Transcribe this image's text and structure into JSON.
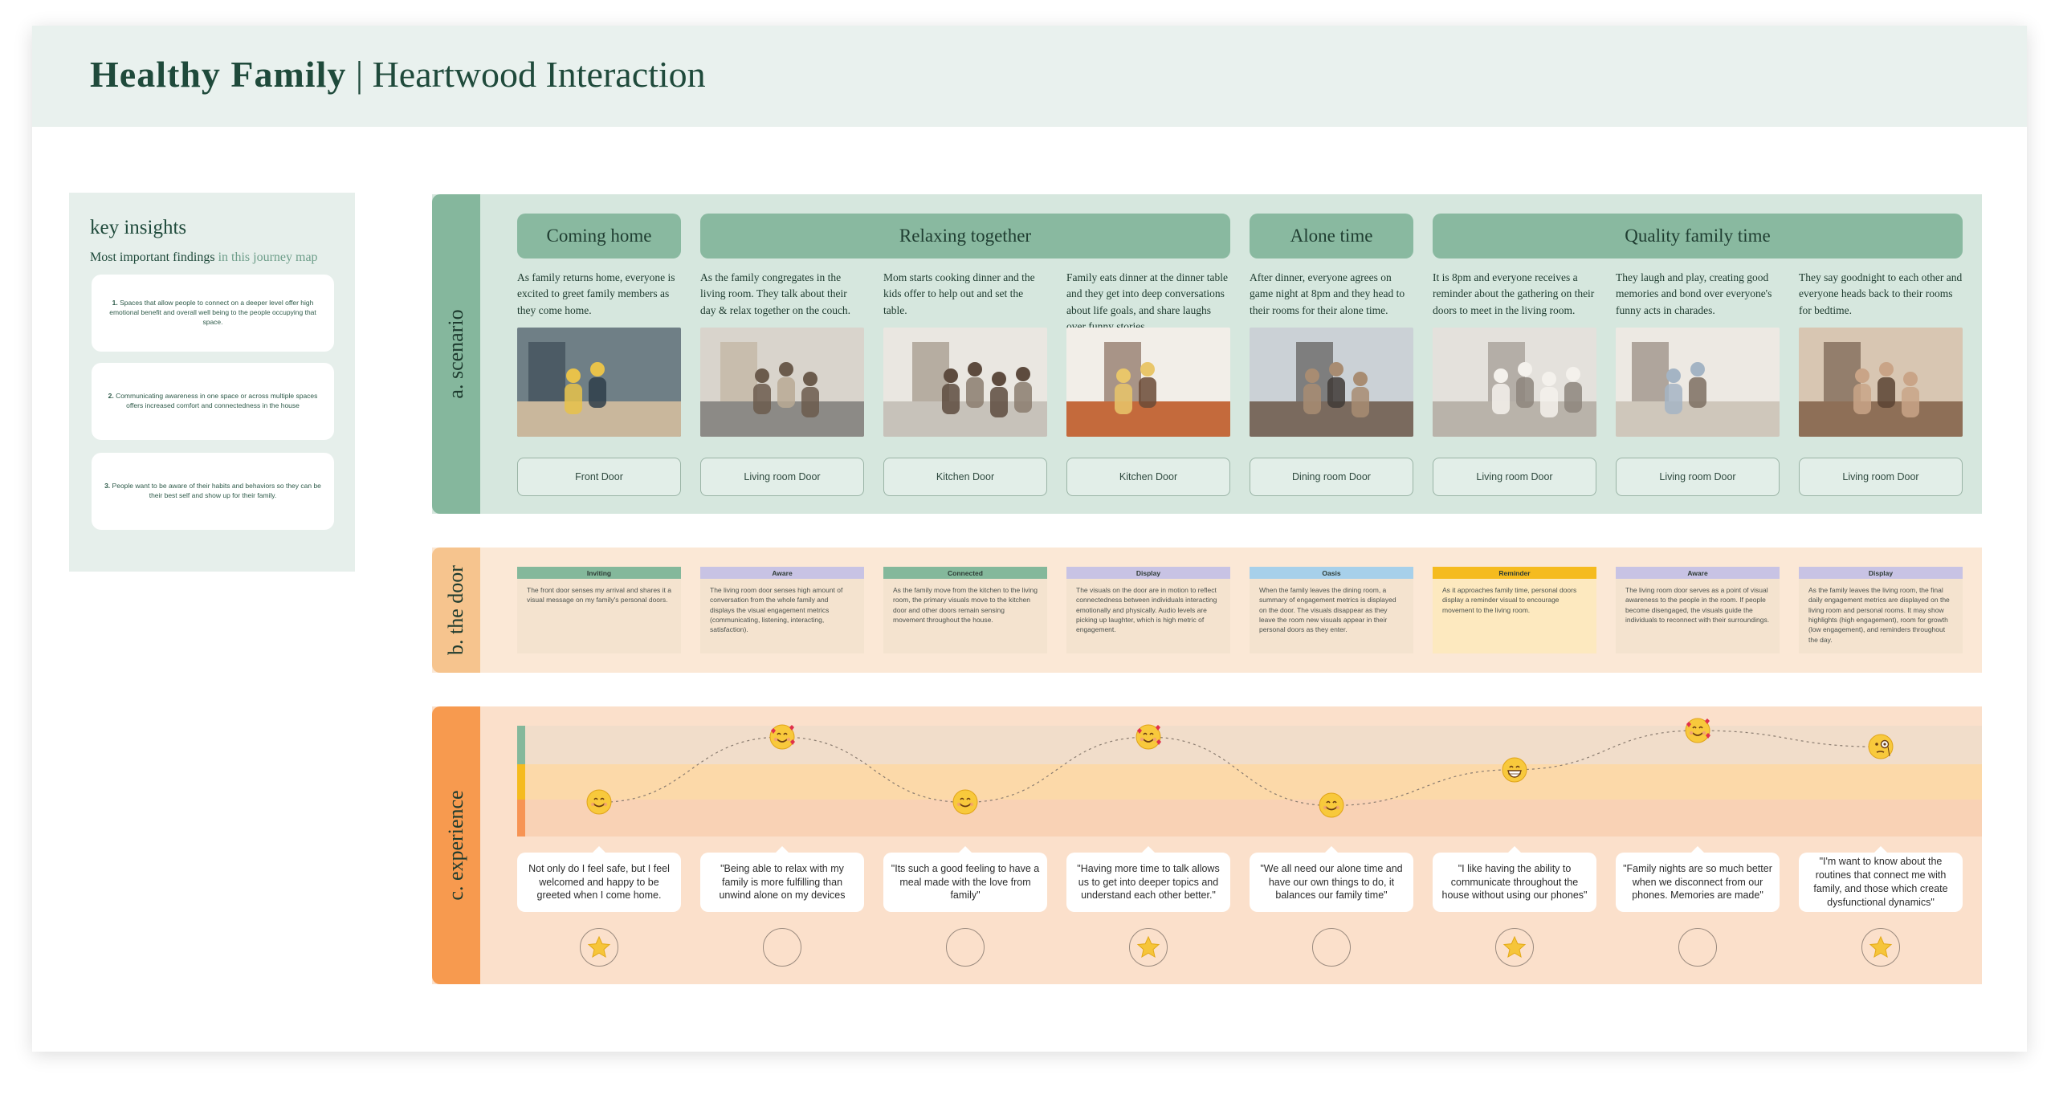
{
  "title": {
    "main": "Healthy Family",
    "separator": " | ",
    "sub": "Heartwood Interaction"
  },
  "insights": {
    "heading": "key insights",
    "sub_main": "Most important findings",
    "sub_light": " in this journey map",
    "items": [
      {
        "num": "1.",
        "text": "Spaces that allow people to connect on a deeper level offer high emotional benefit and overall well being to the people occupying that space."
      },
      {
        "num": "2.",
        "text": "Communicating awareness in one space or across multiple spaces offers increased comfort and connectedness in the house"
      },
      {
        "num": "3.",
        "text": "People want to be aware of their habits and behaviors so they can be their best self and show up for their family."
      }
    ]
  },
  "lanes": {
    "a": "a. scenario",
    "b": "b. the door",
    "c": "c. experience"
  },
  "stages": [
    "Coming home",
    "Relaxing together",
    "Alone time",
    "Quality family time"
  ],
  "columns": [
    {
      "scenario": "As family returns home, everyone is excited to greet family members as they come home.",
      "door": "Front Door",
      "photo": "family-greeting-at-door",
      "tag": "Inviting",
      "tag_color": "#84b89b",
      "door_text": "The front door senses my arrival and shares it a visual message on my family's personal doors.",
      "quote": "Not only do I feel safe, but I feel welcomed and happy to be greeted when I come home.",
      "emotion": "smiling-face-icon",
      "star": true
    },
    {
      "scenario": "As the family congregates in the living room. They talk about their day & relax together on the couch.",
      "door": "Living room Door",
      "photo": "family-on-couch",
      "tag": "Aware",
      "tag_color": "#c8c3e4",
      "door_text": "The living room door senses high amount of conversation from the whole family and displays the visual engagement metrics (communicating, listening, interacting, satisfaction).",
      "quote": "\"Being able to relax with my family is more fulfilling than unwind alone on my devices",
      "emotion": "smiling-face-with-hearts-icon",
      "star": false
    },
    {
      "scenario": "Mom starts cooking dinner and the kids offer to help out and set the table.",
      "door": "Kitchen Door",
      "photo": "cooking-in-kitchen",
      "tag": "Connected",
      "tag_color": "#84b89b",
      "door_text": "As the family move from the kitchen to the living room, the primary visuals move to the kitchen door and other doors remain sensing movement throughout the house.",
      "quote": "\"Its such a good feeling to have a meal made with the love from family\"",
      "emotion": "smiling-face-icon",
      "star": false
    },
    {
      "scenario": "Family eats dinner at the dinner table and they get into deep conversations about life goals, and share laughs over funny stories.",
      "door": "Kitchen Door",
      "photo": "family-dinner",
      "tag": "Display",
      "tag_color": "#c8c3e4",
      "door_text": "The visuals on the door are in motion to reflect connectedness between individuals interacting emotionally and physically. Audio levels are picking up laughter, which is high metric of engagement.",
      "quote": "\"Having more time to talk allows us to get into deeper topics and understand each other better.\"",
      "emotion": "smiling-face-with-hearts-icon",
      "star": true
    },
    {
      "scenario": "After dinner, everyone agrees on game night at 8pm and they head to their rooms for their alone time.",
      "door": "Dining room Door",
      "photo": "alone-time",
      "tag": "Oasis",
      "tag_color": "#a7d0ea",
      "door_text": "When the family leaves the dining room, a summary of engagement metrics is displayed on the door. The visuals disappear as they leave the room new visuals appear in their personal doors as they enter.",
      "quote": "\"We all need our alone time and have our own things to do, it balances our family time\"",
      "emotion": "smiling-face-icon",
      "star": false
    },
    {
      "scenario": "It is 8pm and everyone receives a reminder about the gathering on their doors to meet in the living room.",
      "door": "Living room Door",
      "photo": "empty-hallway-door",
      "tag": "Reminder",
      "tag_color": "#f5bb1f",
      "door_text": "As it approaches family time, personal doors display a reminder visual to encourage movement to the living room.",
      "quote": "\"I like having the ability to communicate throughout the house without using our phones\"",
      "emotion": "grinning-face-icon",
      "star": true
    },
    {
      "scenario": "They laugh and play, creating good memories and bond over everyone's funny acts in charades.",
      "door": "Living room Door",
      "photo": "family-charades",
      "tag": "Aware",
      "tag_color": "#c8c3e4",
      "door_text": "The living room door serves as a point of visual awareness to the people in the room. If people become disengaged, the visuals guide the individuals to reconnect with their surroundings.",
      "quote": "\"Family nights are so much better when we disconnect from our phones. Memories are made\"",
      "emotion": "smiling-face-with-hearts-icon",
      "star": false
    },
    {
      "scenario": "They say goodnight to each other and everyone heads back to their rooms for bedtime.",
      "door": "Living room Door",
      "photo": "goodnight-hug",
      "tag": "Display",
      "tag_color": "#c8c3e4",
      "door_text": "As the family leaves the living room, the final daily engagement metrics are displayed on the living room and personal rooms. It may show highlights (high engagement), room for growth (low engagement), and reminders throughout the day.",
      "quote": "\"I'm want to know about the routines that connect me with family, and those which create dysfunctional dynamics\"",
      "emotion": "face-with-monocle-icon",
      "star": true
    }
  ],
  "experience_levels": [
    1,
    3,
    1,
    3,
    0.9,
    2,
    3.2,
    2.7
  ],
  "colors": {
    "scenario": "#85b79d",
    "door": "#f6c48e",
    "experience": "#f79a4f",
    "star": "#f6c53a"
  }
}
